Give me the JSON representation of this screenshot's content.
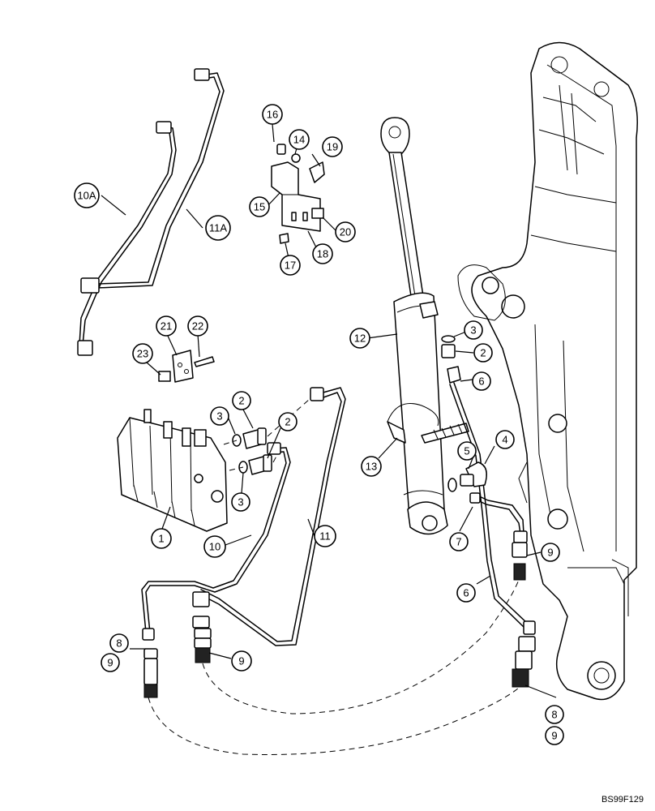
{
  "drawing_code": "BS99F129",
  "callouts": [
    {
      "label": "1"
    },
    {
      "label": "2"
    },
    {
      "label": "2"
    },
    {
      "label": "2"
    },
    {
      "label": "3"
    },
    {
      "label": "3"
    },
    {
      "label": "3"
    },
    {
      "label": "4"
    },
    {
      "label": "5"
    },
    {
      "label": "6"
    },
    {
      "label": "6"
    },
    {
      "label": "7"
    },
    {
      "label": "8"
    },
    {
      "label": "8"
    },
    {
      "label": "9"
    },
    {
      "label": "9"
    },
    {
      "label": "9"
    },
    {
      "label": "9"
    },
    {
      "label": "10"
    },
    {
      "label": "10A"
    },
    {
      "label": "11"
    },
    {
      "label": "11A"
    },
    {
      "label": "12"
    },
    {
      "label": "13"
    },
    {
      "label": "14"
    },
    {
      "label": "15"
    },
    {
      "label": "16"
    },
    {
      "label": "17"
    },
    {
      "label": "18"
    },
    {
      "label": "19"
    },
    {
      "label": "20"
    },
    {
      "label": "21"
    },
    {
      "label": "22"
    },
    {
      "label": "23"
    }
  ]
}
